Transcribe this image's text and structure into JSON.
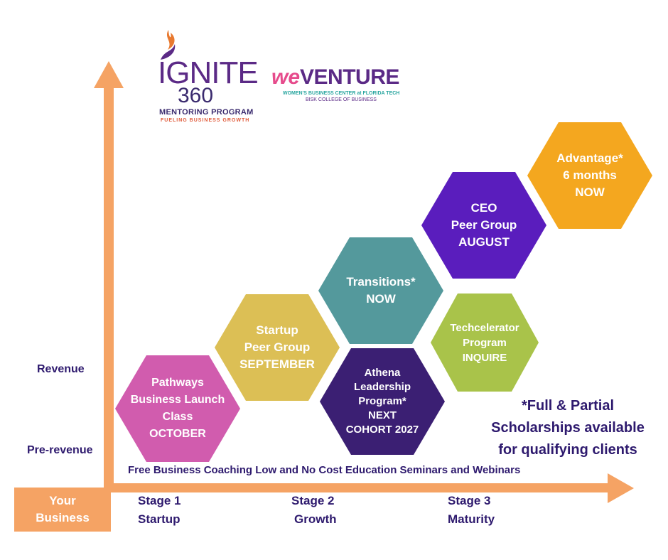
{
  "logos": {
    "ignite": {
      "word": "IGNITE",
      "number": "360",
      "program": "MENTORING PROGRAM",
      "tagline": "FUELING BUSINESS GROWTH"
    },
    "weventure": {
      "we": "we",
      "venture": "VENTURE",
      "sub1": "WOMEN'S BUSINESS CENTER at FLORIDA TECH",
      "sub2": "BISK COLLEGE OF BUSINESS"
    }
  },
  "axis": {
    "y_top": "Revenue",
    "y_bottom": "Pre-revenue",
    "corner_line1": "Your",
    "corner_line2": "Business"
  },
  "stages": [
    {
      "num": "Stage 1",
      "name": "Startup"
    },
    {
      "num": "Stage 2",
      "name": "Growth"
    },
    {
      "num": "Stage 3",
      "name": "Maturity"
    }
  ],
  "programs": [
    {
      "label": "Pathways\nBusiness Launch\nClass\nOCTOBER",
      "color": "#d15cae"
    },
    {
      "label": "Startup\nPeer Group\nSEPTEMBER",
      "color": "#dcbf55"
    },
    {
      "label": "Transitions*\nNOW",
      "color": "#54999c"
    },
    {
      "label": "Athena\nLeadership\nProgram*\nNEXT\nCOHORT 2027",
      "color": "#3b1f73"
    },
    {
      "label": "CEO\nPeer Group\nAUGUST",
      "color": "#5a1dbd"
    },
    {
      "label": "Techcelerator\nProgram\nINQUIRE",
      "color": "#a9c34a"
    },
    {
      "label": "Advantage*\n6 months\nNOW",
      "color": "#f4a71f"
    }
  ],
  "bottom_text": "Free Business Coaching Low and No Cost Education Seminars and Webinars",
  "footnote": "*Full & Partial\nScholarships available\nfor qualifying clients",
  "colors": {
    "arrow": "#f5a364",
    "text": "#2e1a6e"
  }
}
